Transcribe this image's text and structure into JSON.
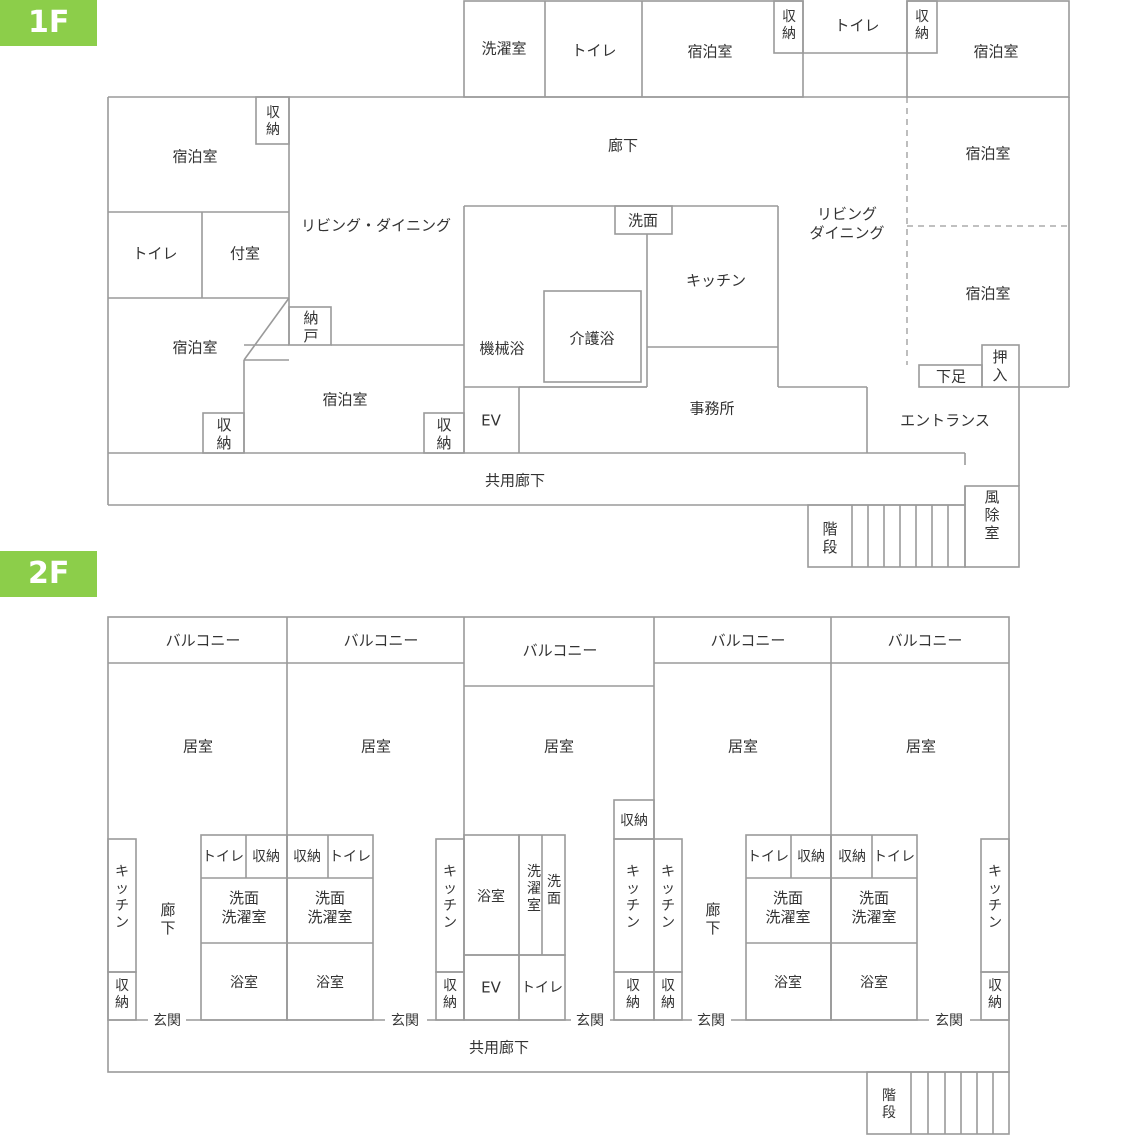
{
  "floors": {
    "f1": {
      "label": "1F",
      "rooms": {
        "laundry": "洗濯室",
        "toilet_top": "トイレ",
        "guest_top_a": "宿泊室",
        "storage_top_a": "収納",
        "toilet_top_b": "トイレ",
        "storage_top_b": "収納",
        "guest_top_b": "宿泊室",
        "guest_left_a": "宿泊室",
        "storage_left_a": "収納",
        "corridor": "廊下",
        "living_dining_left": "リビング・ダイニング",
        "toilet_left": "トイレ",
        "annex_room": "付室",
        "guest_right_a": "宿泊室",
        "washroom": "洗面",
        "living_dining_right": "リビング\nダイニング",
        "kitchen": "キッチン",
        "closet_left": "納戸",
        "guest_left_b": "宿泊室",
        "machine_bath": "機械浴",
        "care_bath": "介護浴",
        "guest_right_b": "宿泊室",
        "shoe_closet": "下足",
        "futon_closet": "押入",
        "guest_bottom": "宿泊室",
        "storage_bottom_a": "収納",
        "storage_bottom_b": "収納",
        "elevator": "EV",
        "office": "事務所",
        "entrance": "エントランス",
        "shared_corridor": "共用廊下",
        "stairs": "階段",
        "windbreak_room": "風除室"
      }
    },
    "f2": {
      "label": "2F",
      "rooms": {
        "balcony": "バルコニー",
        "living_room": "居室",
        "storage": "収納",
        "toilet": "トイレ",
        "kitchen": "キッチン",
        "corridor": "廊下",
        "wash_laundry": "洗面\n洗濯室",
        "bath": "浴室",
        "bath_center": "浴室",
        "wash_laundry_center_a": "洗濯室",
        "wash_laundry_center_b": "洗面",
        "elevator": "EV",
        "toilet_center": "トイレ",
        "entrance_hall": "玄関",
        "shared_corridor": "共用廊下",
        "stairs": "階段"
      }
    }
  }
}
